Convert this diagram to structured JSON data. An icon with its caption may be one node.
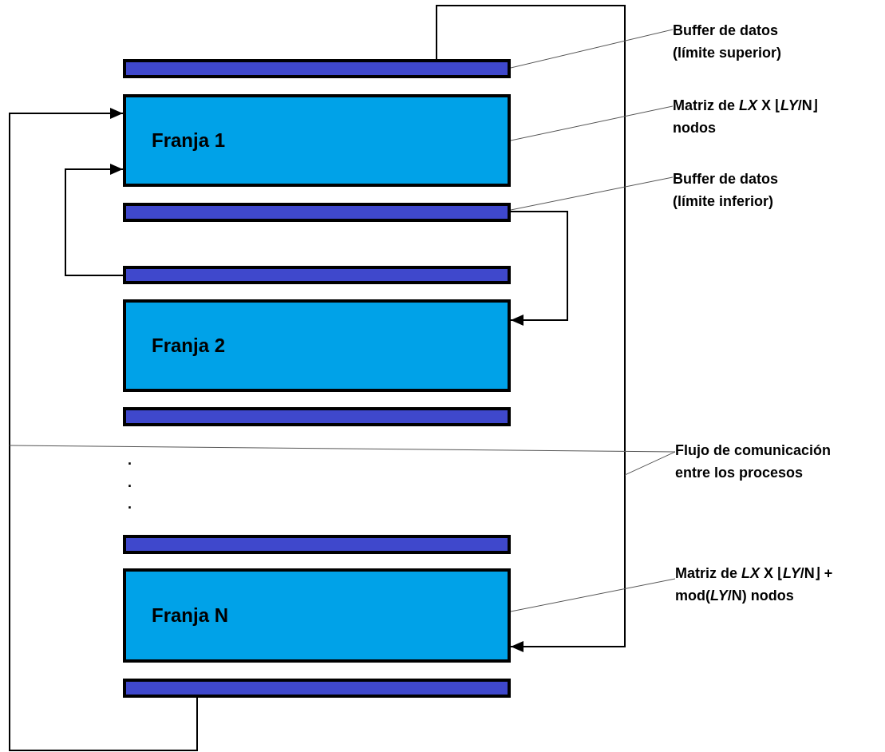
{
  "diagram": {
    "nodes": [
      {
        "text": [],
        "shape": "bar"
      },
      {
        "text": [
          "Franja 1"
        ]
      },
      {
        "text": [],
        "shape": "bar"
      },
      {
        "text": [],
        "shape": "bar"
      },
      {
        "text": [
          "Franja 2"
        ]
      },
      {
        "text": [],
        "shape": "bar"
      },
      {
        "text": [],
        "shape": "bar"
      },
      {
        "text": [
          "Franja N"
        ]
      },
      {
        "text": [],
        "shape": "bar"
      },
      {
        "text": [
          "Buffer de datos (límite superior)"
        ]
      },
      {
        "text": [
          "Matriz de *LX* X ⌊*LY*/N⌋ nodos"
        ]
      },
      {
        "text": [
          "Buffer de datos (límite inferior)"
        ]
      },
      {
        "text": [
          "Flujo de comunicación entre los procesos"
        ]
      },
      {
        "text": [
          "Matriz de *LX* X ⌊*LY*/N⌋ + mod(*LY*/N) nodos"
        ]
      }
    ],
    "edges": [
      {
        "from": 0,
        "to": 7,
        "arrow": "to"
      },
      {
        "from": 8,
        "to": 1,
        "arrow": "to"
      },
      {
        "from": 3,
        "to": 1,
        "arrow": "to"
      },
      {
        "from": 2,
        "to": 4,
        "arrow": "to"
      },
      {
        "from": 9,
        "to": 0,
        "arrow": "none",
        "color": "#555555"
      },
      {
        "from": 10,
        "to": 1,
        "arrow": "none",
        "color": "#555555"
      },
      {
        "from": 11,
        "to": 2,
        "arrow": "none",
        "color": "#555555"
      },
      {
        "from": 12,
        "to": null,
        "arrow": "none",
        "color": "#555555"
      },
      {
        "from": 12,
        "to": null,
        "arrow": "none",
        "color": "#555555"
      },
      {
        "from": 13,
        "to": 7,
        "arrow": "none",
        "color": "#555555"
      }
    ],
    "labels": [
      ".",
      ".",
      "."
    ]
  }
}
